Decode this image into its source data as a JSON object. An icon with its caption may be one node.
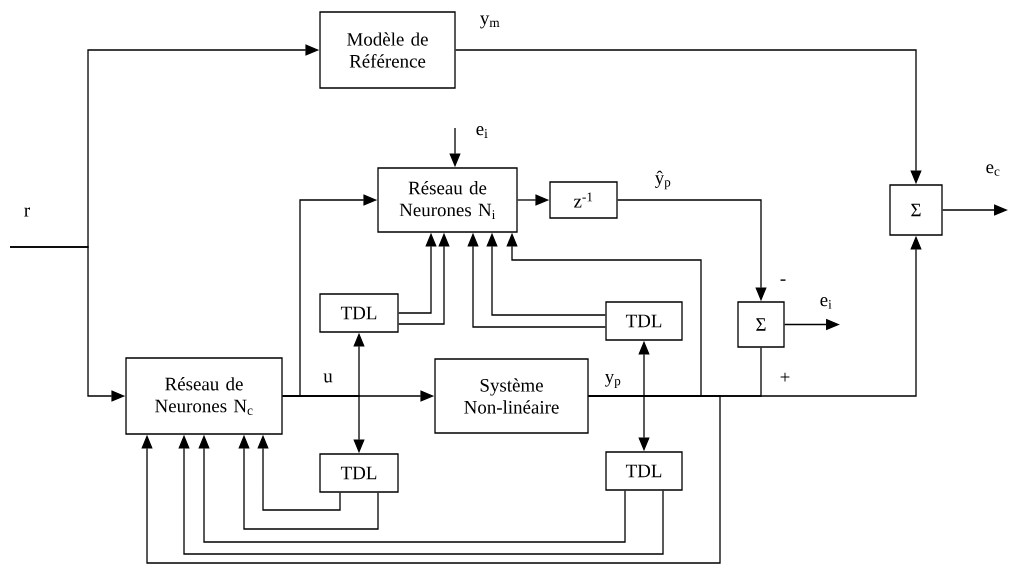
{
  "diagram": {
    "nodes": [
      {
        "text": [
          "Modèle de Référence"
        ]
      },
      {
        "text": [
          "Réseau de Neurones N$_{i}$"
        ]
      },
      {
        "text": [
          "z$^{-1}$"
        ]
      },
      {
        "text": [
          "Σ"
        ]
      },
      {
        "text": [
          "TDL"
        ]
      },
      {
        "text": [
          "TDL"
        ]
      },
      {
        "text": [
          "Σ"
        ]
      },
      {
        "text": [
          "Réseau de Neurones N$_{c}$"
        ]
      },
      {
        "text": [
          "Système Non-linéaire"
        ]
      },
      {
        "text": [
          "TDL"
        ]
      },
      {
        "text": [
          "TDL"
        ]
      }
    ],
    "edges": [
      {
        "from": null,
        "to": 7,
        "arrow": "to",
        "label": "r"
      },
      {
        "from": null,
        "to": 0,
        "arrow": "to"
      },
      {
        "from": 0,
        "to": 3,
        "arrow": "to",
        "label": "y$_{m}$"
      },
      {
        "from": null,
        "to": 1,
        "arrow": "to",
        "label": "e$_{i}$"
      },
      {
        "from": 7,
        "to": 1,
        "arrow": "to"
      },
      {
        "from": 7,
        "to": 8,
        "arrow": "to",
        "label": "u"
      },
      {
        "from": 1,
        "to": 2,
        "arrow": "to"
      },
      {
        "from": 2,
        "to": 6,
        "arrow": "to",
        "label": "ŷ$_{p}$"
      },
      {
        "from": 3,
        "to": null,
        "arrow": "to",
        "label": "e$_{c}$"
      },
      {
        "from": 6,
        "to": null,
        "arrow": "to",
        "label": "e$_{i}$"
      },
      {
        "from": 8,
        "to": 6,
        "arrow": "none"
      },
      {
        "from": 8,
        "to": 3,
        "arrow": "to",
        "label": "y$_{p}$"
      },
      {
        "from": 8,
        "to": 1,
        "arrow": "to"
      },
      {
        "from": 8,
        "to": 7,
        "arrow": "to"
      },
      {
        "from": 7,
        "to": 4,
        "arrow": "to"
      },
      {
        "from": 7,
        "to": 9,
        "arrow": "to"
      },
      {
        "from": 8,
        "to": 5,
        "arrow": "to"
      },
      {
        "from": 8,
        "to": 10,
        "arrow": "to"
      },
      {
        "from": 4,
        "to": 1,
        "arrow": "to"
      },
      {
        "from": 4,
        "to": 1,
        "arrow": "to"
      },
      {
        "from": 5,
        "to": 1,
        "arrow": "to"
      },
      {
        "from": 5,
        "to": 1,
        "arrow": "to"
      },
      {
        "from": 9,
        "to": 7,
        "arrow": "to"
      },
      {
        "from": 9,
        "to": 7,
        "arrow": "to"
      },
      {
        "from": 10,
        "to": 7,
        "arrow": "to"
      },
      {
        "from": 10,
        "to": 7,
        "arrow": "to"
      }
    ],
    "labels": [
      "-",
      "+"
    ]
  }
}
